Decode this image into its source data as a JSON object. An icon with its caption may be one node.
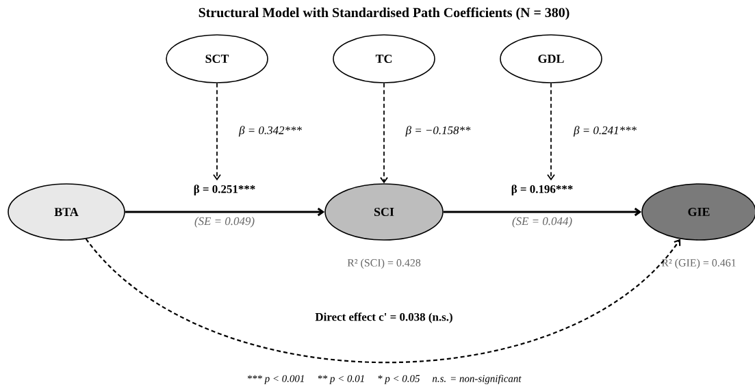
{
  "diagram": {
    "title": "Structural Model with Standardised Path Coefficients (N = 380)",
    "nodes": [
      {
        "text": [
          "SCT"
        ]
      },
      {
        "text": [
          "TC"
        ]
      },
      {
        "text": [
          "GDL"
        ]
      },
      {
        "text": [
          "BTA"
        ]
      },
      {
        "text": [
          "SCI"
        ],
        "beside": [
          "R² (SCI) = 0.428"
        ]
      },
      {
        "text": [
          "GIE"
        ],
        "beside": [
          "R² (GIE) = 0.461"
        ]
      }
    ],
    "edges": [
      {
        "from": 0,
        "to": null,
        "arrow": "to",
        "style": "dashed",
        "label": "β = 0.342***"
      },
      {
        "from": 1,
        "to": 4,
        "arrow": "to",
        "style": "dashed",
        "label": "β = −0.158**"
      },
      {
        "from": 2,
        "to": null,
        "arrow": "to",
        "style": "dashed",
        "label": "β = 0.241***"
      },
      {
        "from": 3,
        "to": 4,
        "arrow": "to",
        "label": "β = 0.251***"
      },
      {
        "from": 4,
        "to": 5,
        "arrow": "to",
        "label": "β = 0.196***"
      },
      {
        "from": 3,
        "to": 5,
        "arrow": "to",
        "style": "dashed",
        "label": "Direct effect c' = 0.038 (n.s.)"
      }
    ],
    "labels": [
      "(SE = 0.049)",
      "(SE = 0.044)",
      "*** p < 0.001",
      "** p < 0.01",
      "* p < 0.05",
      "n.s. = non-significant"
    ]
  }
}
